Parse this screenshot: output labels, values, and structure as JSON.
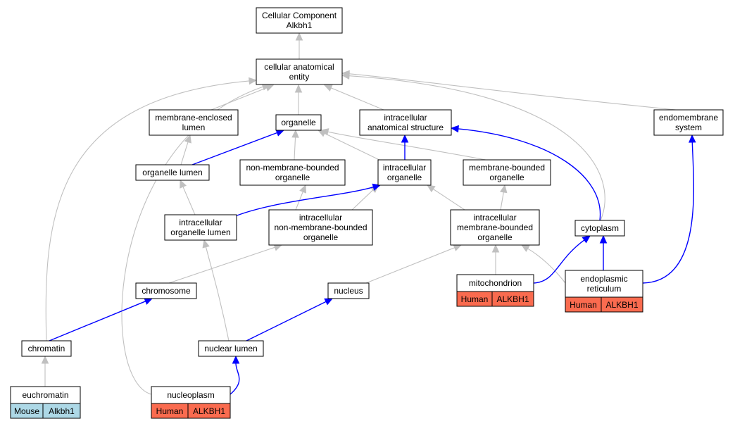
{
  "colors": {
    "is_a_edge": "#c0c0c0",
    "part_of_edge": "#0000ff",
    "human_annotation": "#fa6b4f",
    "mouse_annotation": "#add8e6"
  },
  "nodes": {
    "root": [
      "Cellular Component",
      "Alkbh1"
    ],
    "cae": [
      "cellular anatomical",
      "entity"
    ],
    "mel": [
      "membrane-enclosed",
      "lumen"
    ],
    "org": [
      "organelle"
    ],
    "ias": [
      "intracellular",
      "anatomical structure"
    ],
    "endo": [
      "endomembrane",
      "system"
    ],
    "orglumen": [
      "organelle lumen"
    ],
    "nmbo": [
      "non-membrane-bounded",
      "organelle"
    ],
    "io": [
      "intracellular",
      "organelle"
    ],
    "mbo": [
      "membrane-bounded",
      "organelle"
    ],
    "iol": [
      "intracellular",
      "organelle lumen"
    ],
    "inmbo": [
      "intracellular",
      "non-membrane-bounded",
      "organelle"
    ],
    "imbo": [
      "intracellular",
      "membrane-bounded",
      "organelle"
    ],
    "cyto": [
      "cytoplasm"
    ],
    "chromo": [
      "chromosome"
    ],
    "nucleus": [
      "nucleus"
    ],
    "mito": [
      "mitochondrion"
    ],
    "er": [
      "endoplasmic",
      "reticulum"
    ],
    "chromatin": [
      "chromatin"
    ],
    "nuclum": [
      "nuclear lumen"
    ],
    "euchro": [
      "euchromatin"
    ],
    "nucleo": [
      "nucleoplasm"
    ]
  },
  "annotations": {
    "mito": [
      "Human",
      "ALKBH1"
    ],
    "er": [
      "Human",
      "ALKBH1"
    ],
    "euchro": [
      "Mouse",
      "Alkbh1"
    ],
    "nucleo": [
      "Human",
      "ALKBH1"
    ]
  }
}
